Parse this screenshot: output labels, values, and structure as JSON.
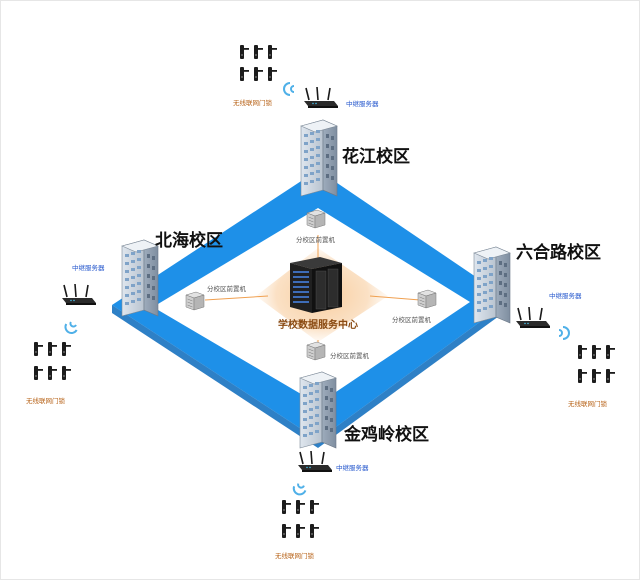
{
  "center": {
    "label": "学校数据服务中心"
  },
  "campuses": [
    {
      "id": "huajiang",
      "name": "花江校区"
    },
    {
      "id": "beihai",
      "name": "北海校区"
    },
    {
      "id": "liuhelu",
      "name": "六合路校区"
    },
    {
      "id": "jinjiling",
      "name": "金鸡岭校区"
    }
  ],
  "front_servers": [
    {
      "id": "top",
      "label": "分校区前置机"
    },
    {
      "id": "left",
      "label": "分校区前置机"
    },
    {
      "id": "right",
      "label": "分校区前置机"
    },
    {
      "id": "bottom",
      "label": "分校区前置机"
    }
  ],
  "relays": [
    {
      "id": "top",
      "label": "中继服务器"
    },
    {
      "id": "left",
      "label": "中继服务器"
    },
    {
      "id": "right",
      "label": "中继服务器"
    },
    {
      "id": "bottom",
      "label": "中继服务器"
    }
  ],
  "locks": [
    {
      "id": "top",
      "label": "无线联网门锁"
    },
    {
      "id": "left",
      "label": "无线联网门锁"
    },
    {
      "id": "right",
      "label": "无线联网门锁"
    },
    {
      "id": "bottom",
      "label": "无线联网门锁"
    }
  ],
  "colors": {
    "ring": "#1e90e8",
    "ring_dark": "#1772c0",
    "center_glow": "#f6c89c",
    "link_line": "#f0a050",
    "label_orange": "#b8641a",
    "label_blue": "#2255cc"
  }
}
